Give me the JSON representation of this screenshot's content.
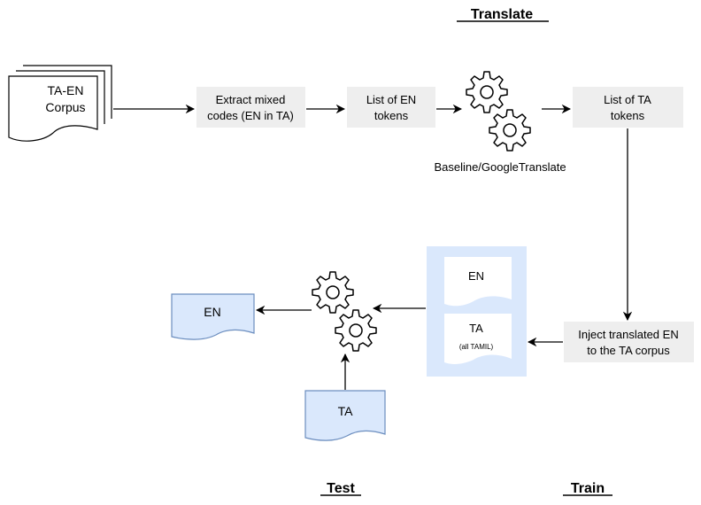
{
  "headings": {
    "translate": "Translate",
    "test": "Test",
    "train": "Train"
  },
  "corpus": {
    "line1": "TA-EN",
    "line2": "Corpus"
  },
  "extract": {
    "line1": "Extract mixed",
    "line2": "codes (EN in TA)"
  },
  "en_tokens": {
    "line1": "List of EN",
    "line2": "tokens"
  },
  "ta_tokens": {
    "line1": "List of TA",
    "line2": "tokens"
  },
  "translator_caption": "Baseline/GoogleTranslate",
  "inject": {
    "line1": "Inject translated EN",
    "line2": "to the TA corpus"
  },
  "train_data": {
    "en": "EN",
    "ta": "TA",
    "ta_note": "(all TAMIL)"
  },
  "test_input": "TA",
  "test_output": "EN",
  "colors": {
    "box_fill": "#eeeeee",
    "doc_fill": "#dae8fc",
    "doc_stroke": "#6c8ebf",
    "panel_fill": "#dae8fc"
  }
}
